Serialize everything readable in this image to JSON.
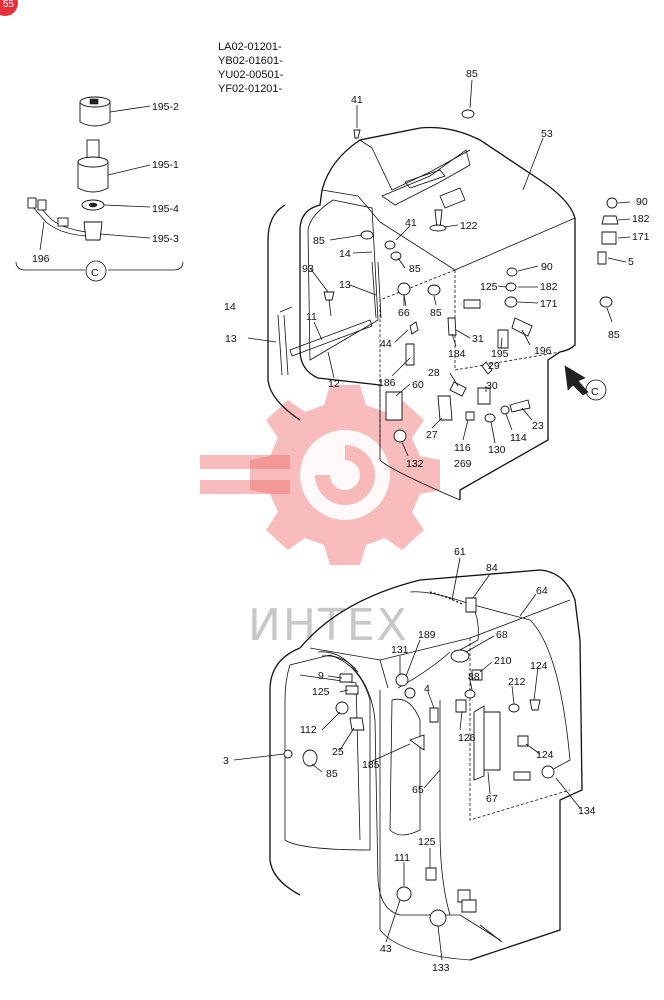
{
  "header": {
    "serials": [
      "LA02-01201-",
      "YB02-01601-",
      "YU02-00501-",
      "YF02-01201-"
    ],
    "badge": "55"
  },
  "watermark": {
    "text": "ИНТЕХ",
    "color": "#f06a6a"
  },
  "view_marker": "C",
  "detail_c": {
    "labels": {
      "p195_2": "195-2",
      "p195_1": "195-1",
      "p195_4": "195-4",
      "p195_3": "195-3",
      "p196": "196",
      "view": "C"
    }
  },
  "upper": {
    "labels": {
      "p85_top": "85",
      "p41_top": "41",
      "p53": "53",
      "p90_r": "90",
      "p182_r": "182",
      "p171_r": "171",
      "p5": "5",
      "p85_r": "85",
      "p122": "122",
      "p41_mid": "41",
      "p85_a": "85",
      "p14_a": "14",
      "p85_b": "85",
      "p93": "93",
      "p13_a": "13",
      "p90_m": "90",
      "p125": "125",
      "p182_m": "182",
      "p14_b": "14",
      "p66": "66",
      "p85_c": "85",
      "p171_m": "171",
      "p11": "11",
      "p13_b": "13",
      "p31": "31",
      "p44": "44",
      "p184": "184",
      "p195": "195",
      "p196": "196",
      "p12": "12",
      "p29": "29",
      "p186": "186",
      "p28": "28",
      "p60": "60",
      "p30": "30",
      "p23": "23",
      "p114": "114",
      "p27": "27",
      "p116": "116",
      "p130": "130",
      "p269": "269",
      "p132": "132"
    }
  },
  "lower": {
    "labels": {
      "p61": "61",
      "p84": "84",
      "p64": "64",
      "p189": "189",
      "p68": "68",
      "p131": "131",
      "p210": "210",
      "p9": "9",
      "p88": "88",
      "p124_a": "124",
      "p4": "4",
      "p212": "212",
      "p125_a": "125",
      "p112": "112",
      "p126": "126",
      "p25": "25",
      "p124_b": "124",
      "p3": "3",
      "p185": "185",
      "p85": "85",
      "p65": "65",
      "p67": "67",
      "p134": "134",
      "p125_b": "125",
      "p111": "111",
      "p43": "43",
      "p133": "133"
    }
  }
}
